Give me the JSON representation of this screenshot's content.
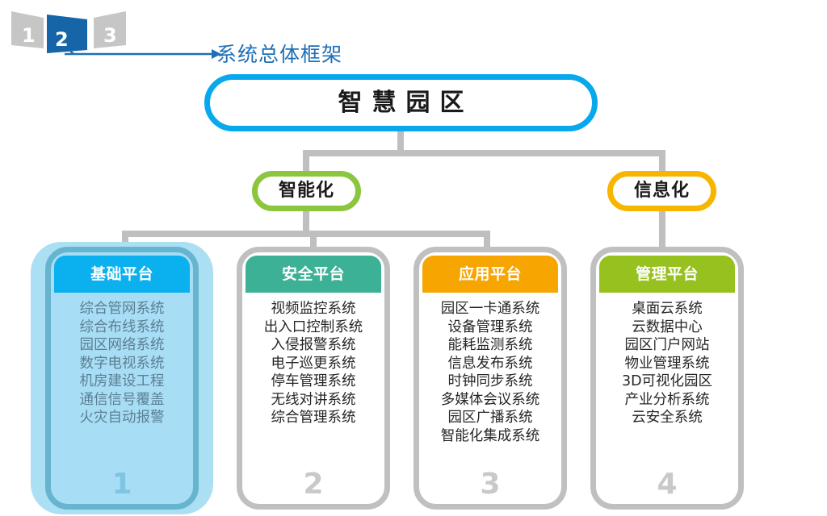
{
  "header": {
    "indicator": {
      "panels": [
        "1",
        "2",
        "3"
      ],
      "active_index": 1,
      "active_color": "#1565a8",
      "inactive_color": "#c6c6c6"
    },
    "pointer_icon": "arrow-right-marker",
    "section_title": "系统总体框架",
    "section_title_color": "#1f6fb5"
  },
  "diagram": {
    "root": {
      "label": "智慧园区",
      "border_color": "#08a9ec"
    },
    "branches": [
      {
        "label": "智能化",
        "border_color": "#8cc63e"
      },
      {
        "label": "信息化",
        "border_color": "#f7b500"
      }
    ],
    "cards": [
      {
        "title": "基础平台",
        "header_color": "#0bb0ef",
        "number": "1",
        "active": true,
        "items": [
          "综合管网系统",
          "综合布线系统",
          "园区网络系统",
          "数字电视系统",
          "机房建设工程",
          "通信信号覆盖",
          "火灾自动报警"
        ]
      },
      {
        "title": "安全平台",
        "header_color": "#3cb195",
        "number": "2",
        "active": false,
        "items": [
          "视频监控系统",
          "出入口控制系统",
          "入侵报警系统",
          "电子巡更系统",
          "停车管理系统",
          "无线对讲系统",
          "综合管理系统"
        ]
      },
      {
        "title": "应用平台",
        "header_color": "#f7a500",
        "number": "3",
        "active": false,
        "items": [
          "园区一卡通系统",
          "设备管理系统",
          "能耗监测系统",
          "信息发布系统",
          "时钟同步系统",
          "多媒体会议系统",
          "园区广播系统",
          "智能化集成系统"
        ]
      },
      {
        "title": "管理平台",
        "header_color": "#97c11f",
        "number": "4",
        "active": false,
        "items": [
          "桌面云系统",
          "云数据中心",
          "园区门户网站",
          "物业管理系统",
          "3D可视化园区",
          "产业分析系统",
          "云安全系统"
        ]
      }
    ],
    "connector_color": "#bfbfbf"
  }
}
